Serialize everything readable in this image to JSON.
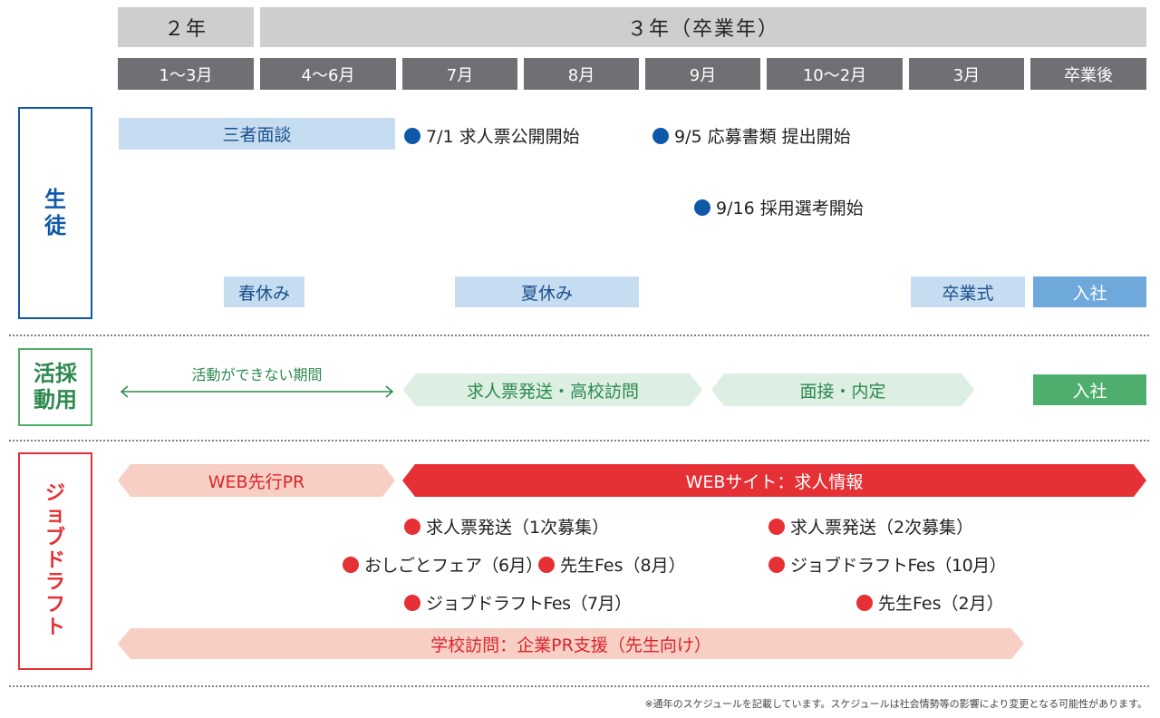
{
  "header": {
    "years": [
      "２年",
      "３年（卒業年）"
    ],
    "months": [
      "1～3月",
      "4～6月",
      "7月",
      "8月",
      "9月",
      "10～2月",
      "3月",
      "卒業後"
    ]
  },
  "sections": {
    "students": "生\n徒",
    "recruiting": "活採\n動用",
    "jobdraft": "ジ\nョ\nブ\nド\nラ\nフ\nト"
  },
  "students": {
    "three_party": "三者面談",
    "spring_break": "春休み",
    "summer_break": "夏休み",
    "graduation": "卒業式",
    "join": "入社",
    "events": [
      "7/1 求人票公開開始",
      "9/5 応募書類 提出開始",
      "9/16 採用選考開始"
    ]
  },
  "recruiting": {
    "no_activity": "活動ができない期間",
    "visit": "求人票発送・高校訪問",
    "interview": "面接・内定",
    "join": "入社"
  },
  "jobdraft": {
    "web_pr": "WEB先行PR",
    "web_site": "WEBサイト：求人情報",
    "events": [
      "求人票発送（1次募集）",
      "求人票発送（2次募集）",
      "おしごとフェア（6月）",
      "先生Fes（8月）",
      "ジョブドラフトFes（10月）",
      "ジョブドラフトFes（7月）",
      "先生Fes（2月）"
    ],
    "school_visit": "学校訪問：企業PR支援（先生向け）"
  },
  "note": "※通年のスケジュールを記載しています。スケジュールは社会情勢等の影響により変更となる可能性があります。",
  "colors": {
    "blue": "#0f58a8",
    "green": "#4fae6e",
    "red": "#e53035",
    "header_gray": "#6e7073"
  }
}
